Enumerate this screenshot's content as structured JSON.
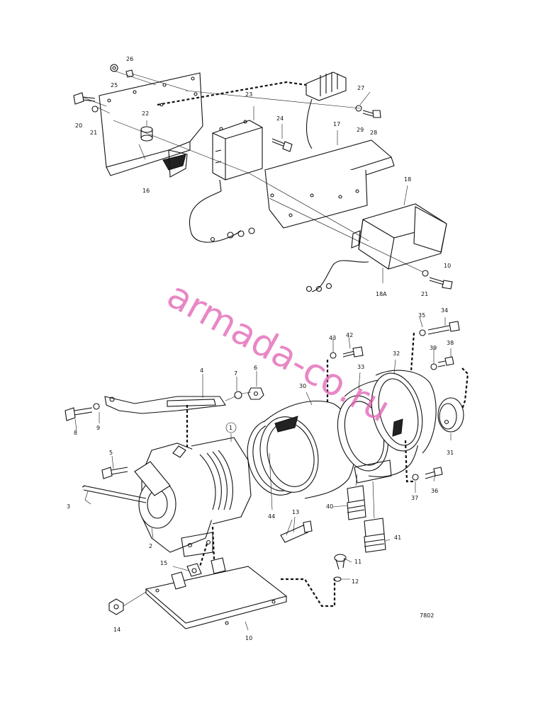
{
  "watermark": "armada-co.ru",
  "drawing_number": "7802",
  "callouts": {
    "c1": "1",
    "c2": "2",
    "c3": "3",
    "c4": "4",
    "c5": "5",
    "c6": "6",
    "c7": "7",
    "c8": "8",
    "c9": "9",
    "c10a": "10",
    "c10b": "10",
    "c11": "11",
    "c12": "12",
    "c13": "13",
    "c14": "14",
    "c15": "15",
    "c16": "16",
    "c17": "17",
    "c18": "18",
    "c18a": "18A",
    "c20": "20",
    "c21a": "21",
    "c21b": "21",
    "c22": "22",
    "c23": "23",
    "c24": "24",
    "c25": "25",
    "c26": "26",
    "c27": "27",
    "c28": "28",
    "c29": "29",
    "c30": "30",
    "c31": "31",
    "c32": "32",
    "c33": "33",
    "c34": "34",
    "c35": "35",
    "c36": "36",
    "c37": "37",
    "c38": "38",
    "c39": "39",
    "c40": "40",
    "c41": "41",
    "c42": "42",
    "c43": "43",
    "c44": "44"
  }
}
